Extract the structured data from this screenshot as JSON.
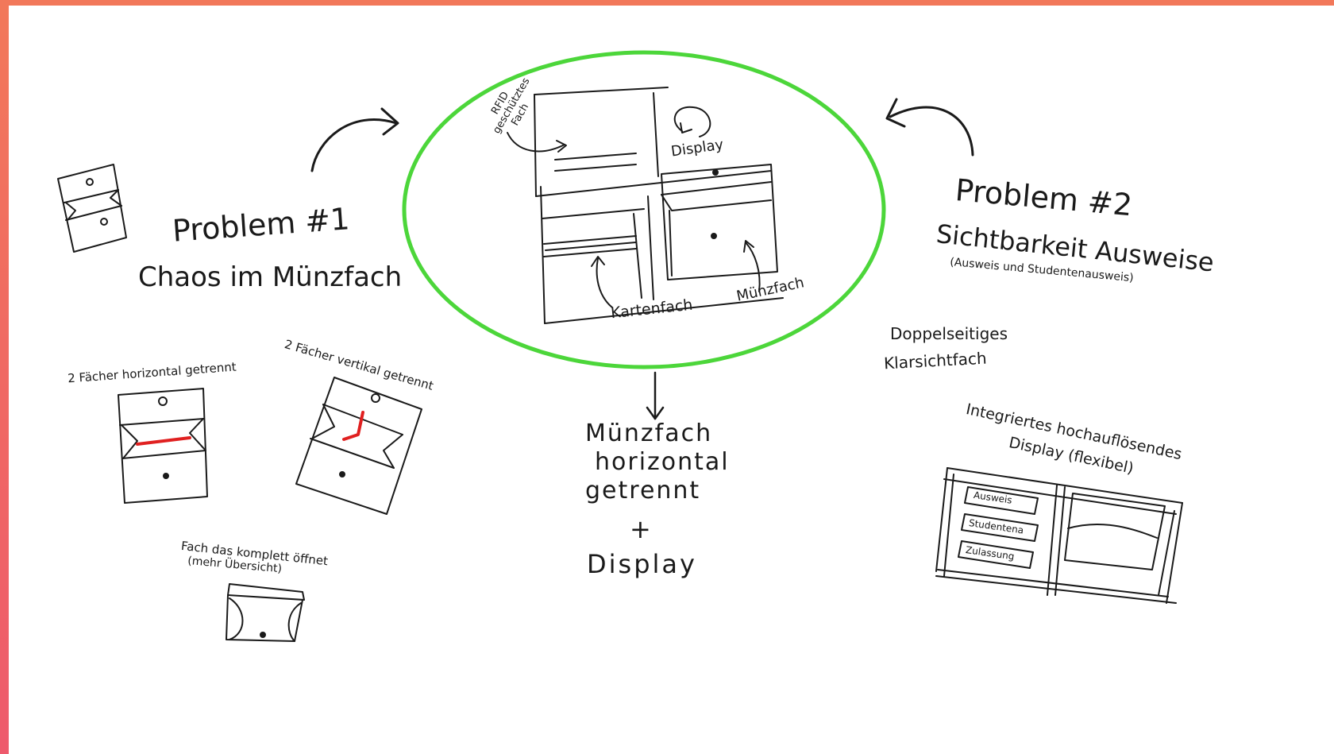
{
  "colors": {
    "background_gradient_top": "#f2785a",
    "background_gradient_bottom": "#ee5a6c",
    "paper": "#ffffff",
    "ink": "#1a1a1a",
    "highlight_circle": "#4cd63a",
    "red_separator": "#e02020"
  },
  "center": {
    "label_rfid": "RFID geschütztes Fach",
    "label_display": "Display",
    "label_kartenfach": "Kartenfach",
    "label_muenzfach": "Münzfach"
  },
  "problem1": {
    "title": "Problem #1",
    "subtitle": "Chaos im Münzfach",
    "option_horizontal": "2 Fächer horizontal getrennt",
    "option_vertical": "2 Fächer vertikal getrennt",
    "option_open_line1": "Fach das komplett öffnet",
    "option_open_line2": "(mehr Übersicht)"
  },
  "problem2": {
    "title": "Problem #2",
    "subtitle": "Sichtbarkeit Ausweise",
    "subtitle_note": "(Ausweis und Studentenausweis)",
    "idea1_line1": "Doppelseitiges",
    "idea1_line2": "Klarsichtfach",
    "idea2_line1": "Integriertes hochauflösendes",
    "idea2_line2": "Display (flexibel)",
    "display_item1": "Ausweis",
    "display_item2": "Studentena",
    "display_item3": "Zulassung"
  },
  "result": {
    "line1": "Münzfach",
    "line2": "horizontal",
    "line3": "getrennt",
    "plus": "+",
    "line4": "Display"
  }
}
